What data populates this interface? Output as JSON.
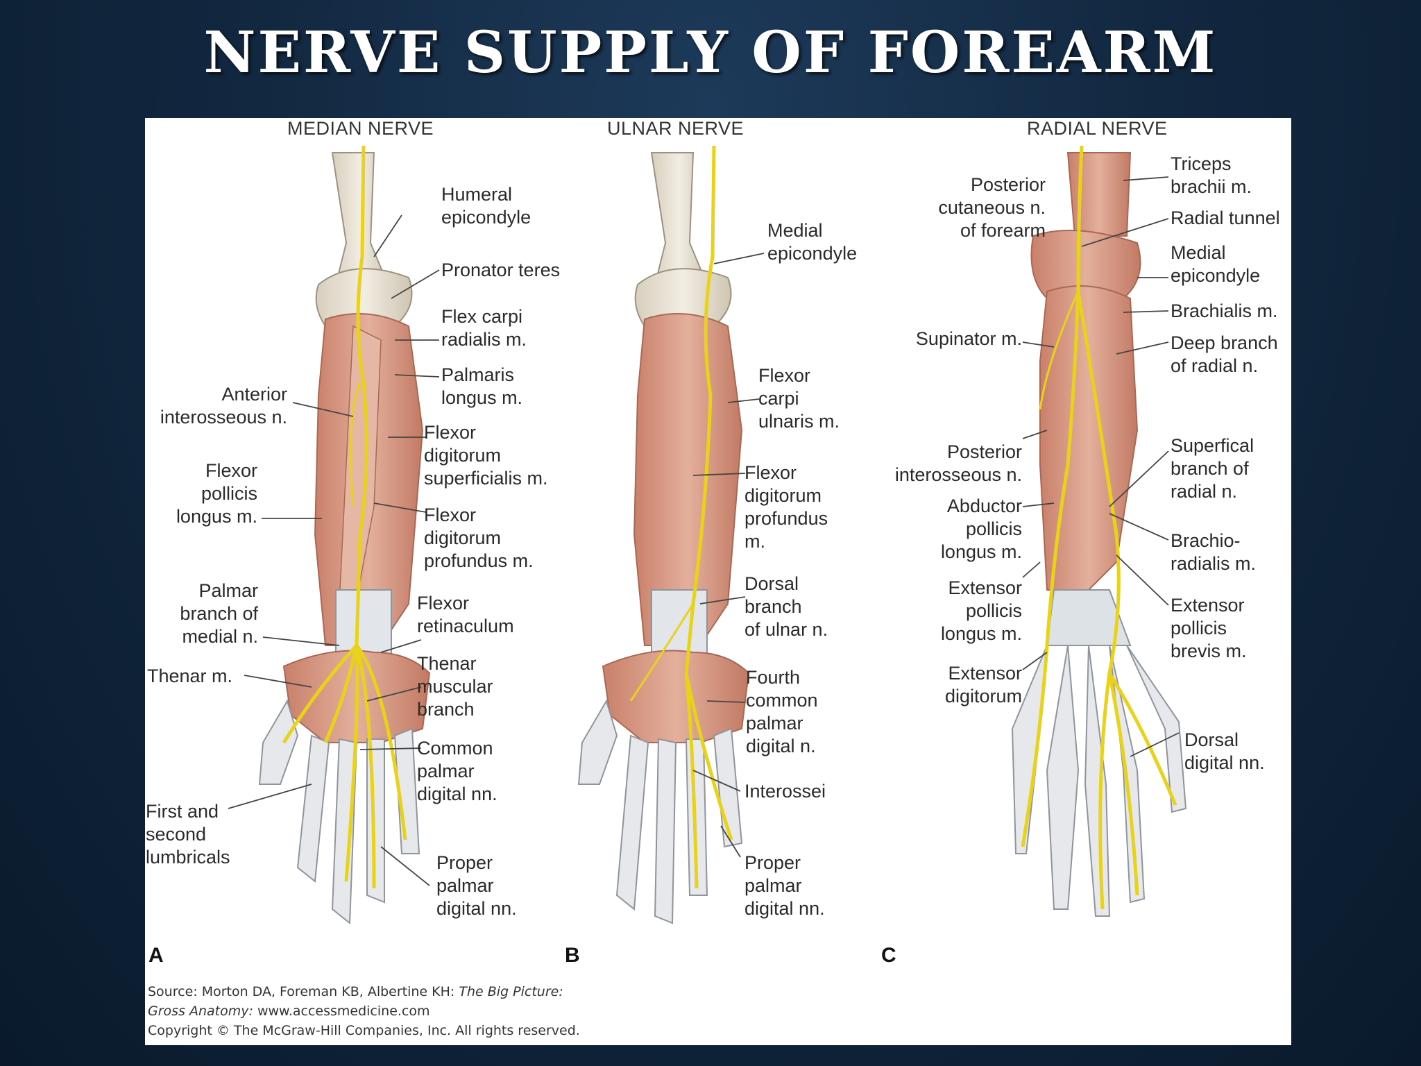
{
  "title": "NERVE SUPPLY OF FOREARM",
  "panels": {
    "median": {
      "header": "MEDIAN NERVE",
      "letter": "A",
      "labels": {
        "humeral_epicondyle": "Humeral\nepicondyle",
        "pronator_teres": "Pronator teres",
        "flex_carpi_radialis": "Flex carpi\nradialis m.",
        "palmaris_longus": "Palmaris\nlongus m.",
        "anterior_interosseous": "Anterior\ninterosseous n.",
        "fds": "Flexor\ndigitorum\nsuperficialis m.",
        "fpl": "Flexor\npollicis\nlongus m.",
        "fdp": "Flexor\ndigitorum\nprofundus m.",
        "palmar_branch": "Palmar\nbranch of\nmedial n.",
        "flexor_retinaculum": "Flexor\nretinaculum",
        "thenar_m": "Thenar m.",
        "thenar_branch": "Thenar\nmuscular\nbranch",
        "common_palmar": "Common\npalmar\ndigital nn.",
        "lumbricals": "First and\nsecond\nlumbricals",
        "proper_palmar": "Proper\npalmar\ndigital nn."
      }
    },
    "ulnar": {
      "header": "ULNAR NERVE",
      "letter": "B",
      "labels": {
        "medial_epicondyle": "Medial\nepicondyle",
        "fcu": "Flexor\ncarpi\nulnaris m.",
        "fdp": "Flexor\ndigitorum\nprofundus\nm.",
        "dorsal_branch": "Dorsal\nbranch\nof ulnar n.",
        "fourth_common": "Fourth\ncommon\npalmar\ndigital n.",
        "interossei": "Interossei",
        "proper_palmar": "Proper\npalmar\ndigital nn."
      }
    },
    "radial": {
      "header": "RADIAL NERVE",
      "letter": "C",
      "labels": {
        "triceps": "Triceps\nbrachii m.",
        "posterior_cutaneous": "Posterior\ncutaneous n.\nof forearm",
        "radial_tunnel": "Radial tunnel",
        "medial_epicondyle": "Medial\nepicondyle",
        "brachialis": "Brachialis m.",
        "supinator": "Supinator m.",
        "deep_branch": "Deep branch\nof radial n.",
        "superficial_branch": "Superfical\nbranch of\nradial n.",
        "posterior_interosseous": "Posterior\ninterosseous n.",
        "apl": "Abductor\npollicis\nlongus m.",
        "brachioradialis": "Brachio-\nradialis m.",
        "epl": "Extensor\npollicis\nlongus m.",
        "epb": "Extensor\npollicis\nbrevis m.",
        "ext_digitorum": "Extensor\ndigitorum",
        "dorsal_digital": "Dorsal\ndigital nn."
      }
    }
  },
  "source": {
    "line1_prefix": "Source: Morton DA, Foreman KB, Albertine KH: ",
    "line1_italic": "The Big Picture:",
    "line2_italic": "Gross Anatomy:",
    "line2_suffix": " www.accessmedicine.com",
    "line3": "Copyright © The McGraw-Hill Companies, Inc. All rights reserved."
  },
  "colors": {
    "background": "#122840",
    "muscle": "#d9a08a",
    "bone": "#ebe4d6",
    "nerve": "#e8d21a",
    "tendon": "#d6dbe0"
  }
}
